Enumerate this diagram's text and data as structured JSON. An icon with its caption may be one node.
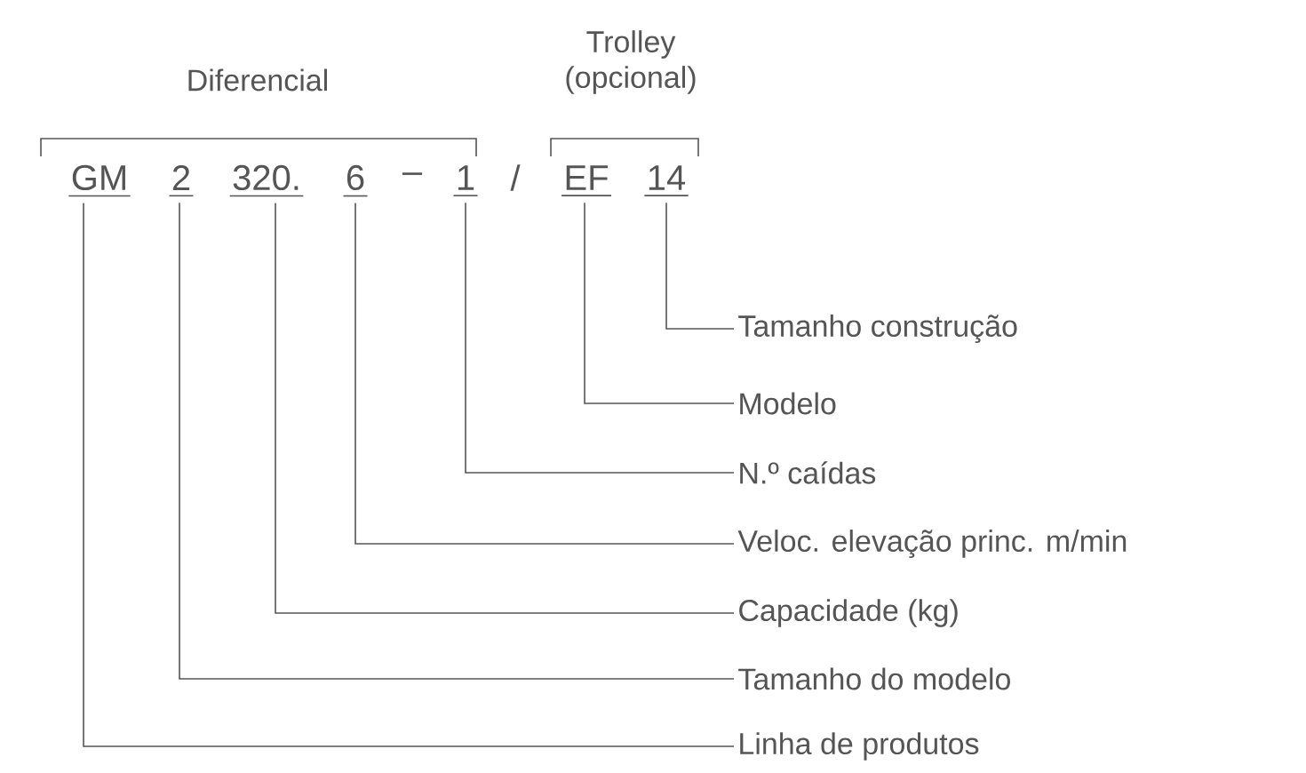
{
  "diagram": {
    "nodes": [
      {
        "text": [
          "GM"
        ]
      },
      {
        "text": [
          "2"
        ]
      },
      {
        "text": [
          "320."
        ]
      },
      {
        "text": [
          "6"
        ]
      },
      {
        "text": [
          "1"
        ]
      },
      {
        "text": [
          "EF"
        ]
      },
      {
        "text": [
          "14"
        ]
      },
      {
        "text": [
          "Tamanho construção"
        ]
      },
      {
        "text": [
          "Modelo"
        ]
      },
      {
        "text": [
          "N.º caídas"
        ]
      },
      {
        "text": [
          "Veloc. elevação princ. m/min"
        ]
      },
      {
        "text": [
          "Capacidade (kg)"
        ]
      },
      {
        "text": [
          "Tamanho do modelo"
        ]
      },
      {
        "text": [
          "Linha de produtos"
        ]
      }
    ],
    "edges": [
      {
        "from": 6,
        "to": 7,
        "arrow": "none"
      },
      {
        "from": 5,
        "to": 8,
        "arrow": "none"
      },
      {
        "from": 4,
        "to": 9,
        "arrow": "none"
      },
      {
        "from": 3,
        "to": 10,
        "arrow": "none"
      },
      {
        "from": 2,
        "to": 11,
        "arrow": "none"
      },
      {
        "from": 1,
        "to": 12,
        "arrow": "none"
      },
      {
        "from": 0,
        "to": 13,
        "arrow": "none"
      }
    ],
    "labels": [
      "Diferencial",
      "Trolley (opcional)",
      "–",
      "/"
    ]
  }
}
